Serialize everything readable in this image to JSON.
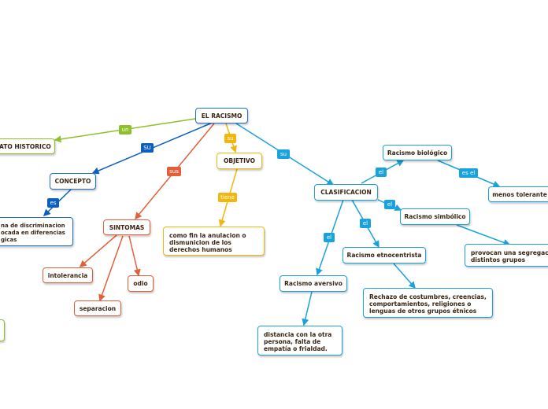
{
  "colors": {
    "root": "#1f6fc9",
    "green": "#8ec02a",
    "blue": "#0b5fbf",
    "red": "#e35f3b",
    "yellow": "#f2b60f",
    "cyan": "#1aa2dc"
  },
  "root": {
    "label": "EL RACISMO"
  },
  "branches": {
    "historico": {
      "connector": "un",
      "label": "ATO HISTORICO"
    },
    "concepto": {
      "connector": "SU",
      "label": "CONCEPTO",
      "child_connector": "es",
      "child": "na de discriminacion\nocada en diferencias\ngicas"
    },
    "sintomas": {
      "connector": "sus",
      "label": "SINTOMAS",
      "items": [
        "intolerancia",
        "separacion",
        "odio"
      ]
    },
    "objetivo": {
      "connector": "su",
      "label": "OBJETIVO",
      "child_connector": "tiene",
      "child": "como fin la anulacion o dismunicion de los derechos humanos"
    },
    "clasificacion": {
      "connector": "su",
      "label": "CLASIFICACION",
      "biologico": {
        "connector": "el",
        "label": "Racismo biológico",
        "child_connector": "es el",
        "child": "menos tolerante"
      },
      "simbolico": {
        "connector": "el",
        "label": "Racismo simbólico",
        "child": "provocan una segregació\ndistintos grupos"
      },
      "etnocentrista": {
        "connector": "el",
        "label": "Racismo etnocentrista",
        "child": "Rechazo de costumbres, creencias, comportamientos, religiones o lenguas de otros grupos étnicos"
      },
      "aversivo": {
        "connector": "el",
        "label": "Racismo aversivo",
        "child": "distancia con la otra persona, falta de empatía o  frialdad."
      }
    }
  }
}
